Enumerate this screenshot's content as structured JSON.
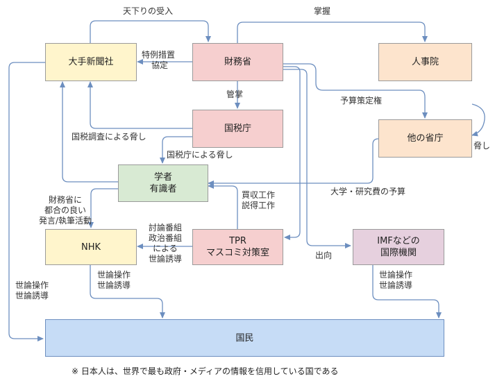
{
  "nodes": {
    "daite": "大手新聞社",
    "zaimusho": "財務省",
    "jinjiin": "人事院",
    "kokuzeicho": "国税庁",
    "hoka_shocho": "他の省庁",
    "gakusha": [
      "学者",
      "有識者"
    ],
    "nhk": "NHK",
    "tpr": [
      "TPR",
      "マスコミ対策室"
    ],
    "imf": [
      "IMFなどの",
      "国際機関"
    ],
    "kokumin": "国民"
  },
  "edge_labels": {
    "amakudari": "天下りの受入",
    "shoaku": "掌握",
    "tokurei": [
      "特例措置",
      "協定"
    ],
    "kansho": "管掌",
    "yosan_sakutei": "予算策定権",
    "kokuzei_chosa": "国税調査による脅し",
    "kokuzeicho_odoshi": "国税庁による脅し",
    "odoshi": "脅し",
    "daigaku_yosan": "大学・研究費の予算",
    "baishu": [
      "買収工作",
      "説得工作"
    ],
    "zaimu_tsugo": [
      "財務省に",
      "都合の良い",
      "発言/執筆活動"
    ],
    "toron": [
      "討論番組",
      "政治番組",
      "による",
      "世論誘導"
    ],
    "shukko": "出向",
    "yoron_left": [
      "世論操作",
      "世論誘導"
    ],
    "yoron_nhk": [
      "世論操作",
      "世論誘導"
    ],
    "yoron_imf": [
      "世論操作",
      "世論誘導"
    ]
  },
  "footnote": "※ 日本人は、世界で最も政府・メディアの情報を信用している国である",
  "colors": {
    "cream": "#fff5cc",
    "pink": "#f6cfcf",
    "peach": "#fde4cd",
    "green": "#d8ead3",
    "mauve": "#e6d0de",
    "blue": "#c6dcf6",
    "arrow": "#6c8ebf"
  }
}
